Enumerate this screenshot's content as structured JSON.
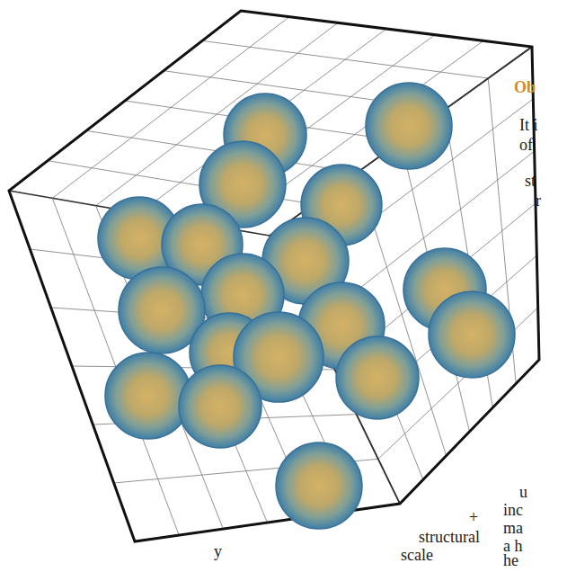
{
  "diagram": {
    "labels": [
      "Ob",
      "It i",
      "of",
      "st",
      "r",
      "u",
      "inc",
      "ma",
      "a h",
      "he",
      "+",
      "structural",
      "scale",
      "y"
    ]
  }
}
